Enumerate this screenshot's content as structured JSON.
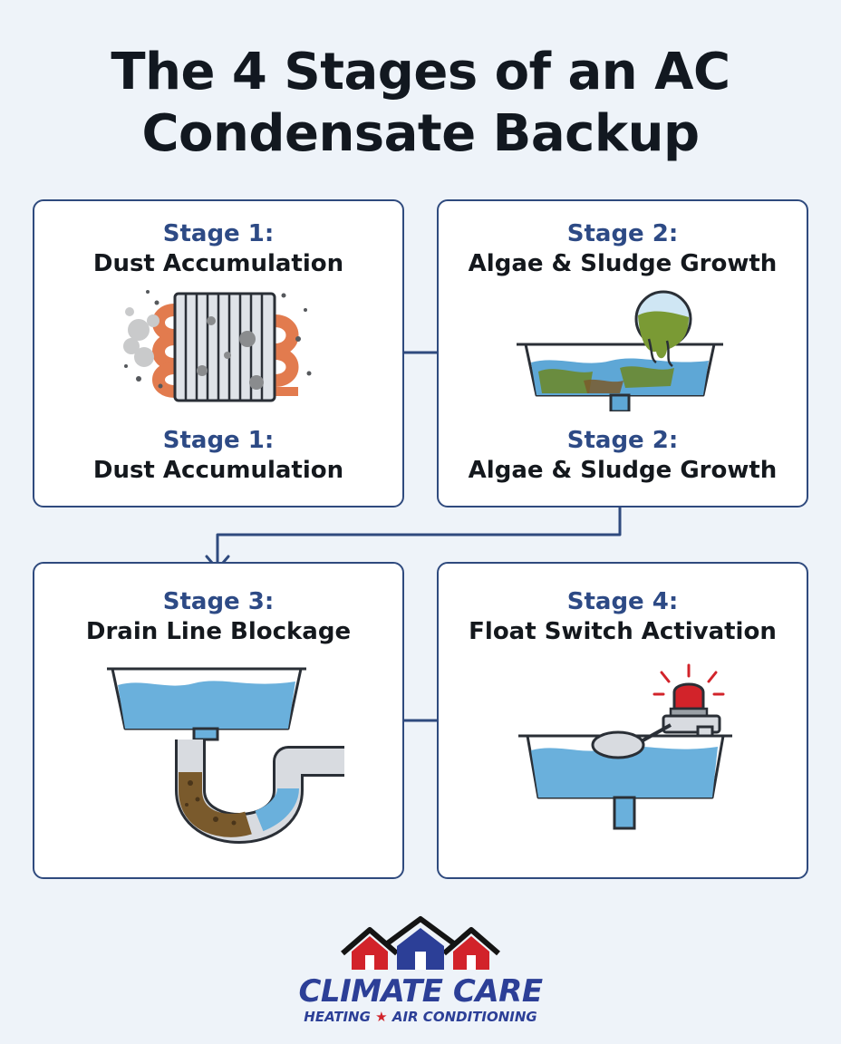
{
  "title": {
    "line1": "The 4 Stages of an AC",
    "line2": "Condensate Backup"
  },
  "stages": [
    {
      "label": "Stage 1:",
      "name": "Dust Accumulation",
      "repeat_label": "Stage 1:",
      "repeat_name": "Dust Accumulation",
      "icon": "dusty-coil-icon"
    },
    {
      "label": "Stage 2:",
      "name": "Algae & Sludge Growth",
      "repeat_label": "Stage 2:",
      "repeat_name": "Algae & Sludge Growth",
      "icon": "algae-pan-icon"
    },
    {
      "label": "Stage 3:",
      "name": "Drain Line Blockage",
      "icon": "clogged-drain-icon"
    },
    {
      "label": "Stage 4:",
      "name": "Float Switch Activation",
      "icon": "float-switch-alarm-icon"
    }
  ],
  "logo": {
    "name": "CLIMATE CARE",
    "tagline_left": "HEATING",
    "tagline_star": "★",
    "tagline_right": "AIR CONDITIONING"
  },
  "colors": {
    "background": "#eef3f9",
    "card_border": "#2f4a7e",
    "stage_label": "#2d4a85",
    "water": "#6ab0dc",
    "brand_blue": "#2c3f97",
    "brand_red": "#d2232a"
  }
}
